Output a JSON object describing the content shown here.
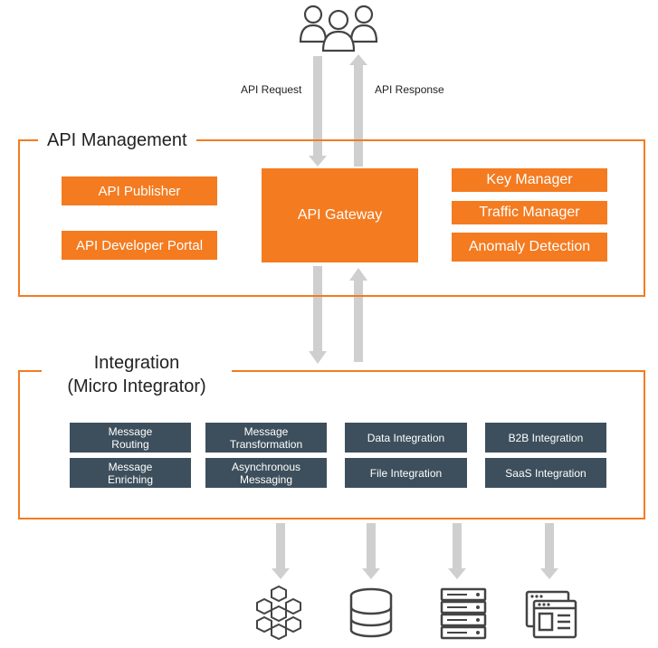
{
  "flow": {
    "request_label": "API Request",
    "response_label": "API Response"
  },
  "api_management": {
    "title": "API Management",
    "publisher": "API Publisher",
    "dev_portal": "API Developer Portal",
    "gateway": "API Gateway",
    "key_manager": "Key Manager",
    "traffic_manager": "Traffic Manager",
    "anomaly_detection": "Anomaly Detection"
  },
  "integration": {
    "title_line1": "Integration",
    "title_line2": "(Micro Integrator)",
    "boxes": [
      "Message\nRouting",
      "Message\nTransformation",
      "Data Integration",
      "B2B Integration",
      "Message\nEnriching",
      "Asynchronous\nMessaging",
      "File Integration",
      "SaaS Integration"
    ]
  },
  "icons": {
    "users": "users-group-icon",
    "backends": [
      "cubes-network-icon",
      "database-icon",
      "server-rack-icon",
      "web-app-icon"
    ]
  },
  "colors": {
    "accent": "#f47b20",
    "dark_box": "#3d4f5c",
    "arrow": "#cfcfcf"
  }
}
